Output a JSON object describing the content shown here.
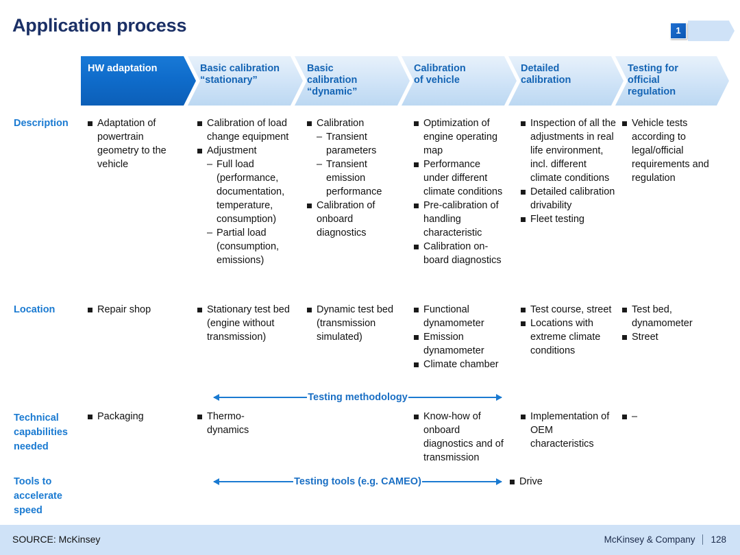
{
  "title": "Application process",
  "badge": {
    "number": "1"
  },
  "colors": {
    "title": "#1b3066",
    "accent_blue": "#1a7ad1",
    "active_chevron": "#0f6ccb",
    "inactive_chevron": "#cfe3f7",
    "footer_band": "#cfe2f7"
  },
  "phases": [
    {
      "label": "HW adaptation",
      "active": true
    },
    {
      "label": "Basic calibration\n“stationary”",
      "active": false
    },
    {
      "label": "Basic\ncalibration\n“dynamic”",
      "active": false
    },
    {
      "label": "Calibration\nof vehicle",
      "active": false
    },
    {
      "label": "Detailed\ncalibration",
      "active": false
    },
    {
      "label": "Testing for\nofficial\nregulation",
      "active": false
    }
  ],
  "rows": {
    "description": {
      "label": "Description",
      "cells": [
        {
          "items": [
            {
              "text": "Adaptation of powertrain geometry to the vehicle"
            }
          ]
        },
        {
          "items": [
            {
              "text": "Calibration of load change equipment"
            },
            {
              "text": "Adjustment",
              "subs": [
                "Full load (performance, documentation, temperature, consumption)",
                "Partial load (consumption, emissions)"
              ]
            }
          ]
        },
        {
          "items": [
            {
              "text": "Calibration",
              "subs": [
                "Transient parameters",
                "Transient emission performance"
              ]
            },
            {
              "text": "Calibration of onboard diagnostics"
            }
          ]
        },
        {
          "items": [
            {
              "text": "Optimization of engine operating map"
            },
            {
              "text": "Performance under different climate conditions"
            },
            {
              "text": "Pre-calibration of handling characteristic"
            },
            {
              "text": "Calibration on-board diagnostics"
            }
          ]
        },
        {
          "items": [
            {
              "text": "Inspection of all the adjustments in real life environment, incl. different climate conditions"
            },
            {
              "text": "Detailed calibration drivability"
            },
            {
              "text": "Fleet testing"
            }
          ]
        },
        {
          "items": [
            {
              "text": "Vehicle tests according to legal/official requirements and regulation"
            }
          ]
        }
      ]
    },
    "location": {
      "label": "Location",
      "cells": [
        {
          "items": [
            {
              "text": "Repair shop"
            }
          ]
        },
        {
          "items": [
            {
              "text": "Stationary test bed (engine without transmission)"
            }
          ]
        },
        {
          "items": [
            {
              "text": "Dynamic test bed (transmission simulated)"
            }
          ]
        },
        {
          "items": [
            {
              "text": "Functional dynamometer"
            },
            {
              "text": "Emission dynamometer"
            },
            {
              "text": "Climate chamber"
            }
          ]
        },
        {
          "items": [
            {
              "text": "Test course, street"
            },
            {
              "text": "Locations with extreme climate conditions"
            }
          ]
        },
        {
          "items": [
            {
              "text": "Test bed, dynamometer"
            },
            {
              "text": "Street"
            }
          ]
        }
      ]
    },
    "technical": {
      "label": "Technical\ncapabilities\nneeded",
      "cells": [
        {
          "items": [
            {
              "text": "Packaging"
            }
          ]
        },
        {
          "items": [
            {
              "text": "Thermo-dynamics"
            }
          ]
        },
        {
          "items": []
        },
        {
          "items": [
            {
              "text": "Know-how of onboard diagnostics and of transmission"
            }
          ]
        },
        {
          "items": [
            {
              "text": "Implementation of OEM characteristics"
            }
          ]
        },
        {
          "items": [
            {
              "text": "–"
            }
          ]
        }
      ]
    },
    "tools": {
      "label": "Tools to\naccelerate\nspeed",
      "cells": [
        {
          "items": []
        },
        {
          "items": []
        },
        {
          "items": []
        },
        {
          "items": []
        },
        {
          "items": [
            {
              "text": "Drive"
            }
          ]
        },
        {
          "items": []
        }
      ]
    }
  },
  "arrows": [
    {
      "text": "Testing methodology"
    },
    {
      "text": "Testing tools (e.g. CAMEO)"
    }
  ],
  "footer": {
    "source": "SOURCE: McKinsey",
    "company": "McKinsey & Company",
    "page": "128"
  }
}
